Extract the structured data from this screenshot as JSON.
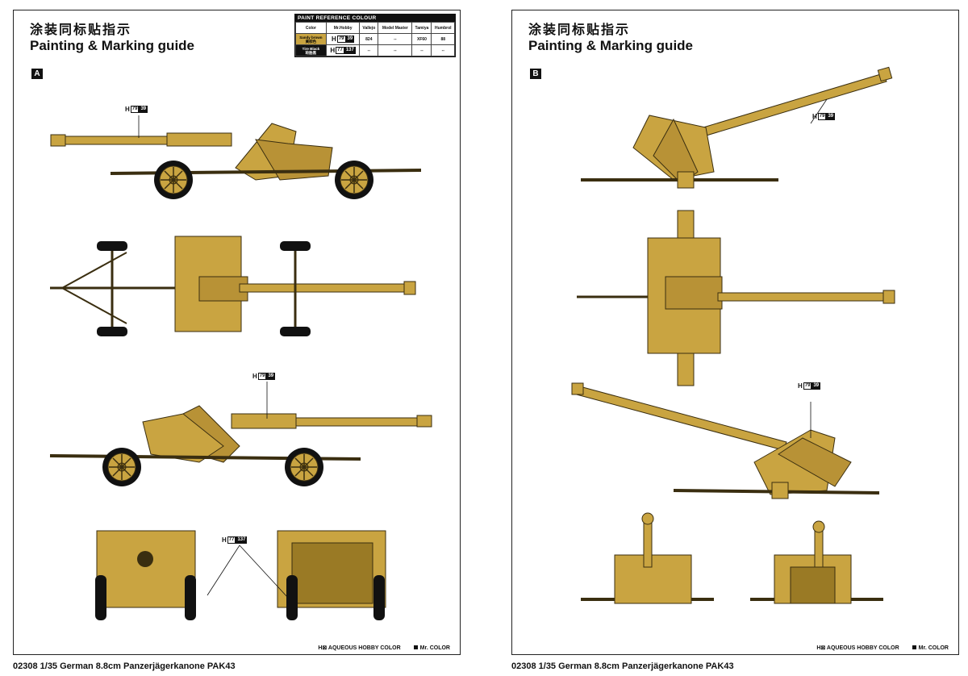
{
  "sheets": [
    {
      "title_cn": "涂装同标贴指示",
      "title_en": "Painting & Marking guide",
      "marker": "A"
    },
    {
      "title_cn": "涂装同标贴指示",
      "title_en": "Painting & Marking guide",
      "marker": "B"
    }
  ],
  "paint_table": {
    "title": "PAINT REFERENCE COLOUR",
    "columns": [
      "Color",
      "Mr.Hobby",
      "Vallejo",
      "Model Master",
      "Tamiya",
      "Humbrol"
    ],
    "rows": [
      {
        "color": "Sandy brown",
        "color_cn": "黄棕色",
        "hobby_prefix": "H",
        "hobby_box": "79",
        "hobby_num": "39",
        "vallejo": "824",
        "model_master": "--",
        "tamiya": "XF60",
        "humbrol": "88",
        "swatch": "#c9a441"
      },
      {
        "color": "Tire Black",
        "color_cn": "轮胎黑",
        "hobby_prefix": "H",
        "hobby_box": "77",
        "hobby_num": "137",
        "vallejo": "--",
        "model_master": "--",
        "tamiya": "--",
        "humbrol": "--",
        "swatch": "#111111"
      }
    ]
  },
  "callouts": {
    "sand": {
      "prefix": "H",
      "box": "79",
      "num": "39"
    },
    "black": {
      "prefix": "H",
      "box": "77",
      "num": "137"
    }
  },
  "legend": {
    "aqueous": "H⊠ AQUEOUS HOBBY COLOR",
    "mr_color": "Mr. COLOR"
  },
  "footer": "02308 1/35 German 8.8cm Panzerjägerkanone PAK43",
  "colors": {
    "sand": "#c9a441",
    "sand_dark": "#9a7a25",
    "tire": "#111111",
    "outline": "#3a2e10"
  }
}
